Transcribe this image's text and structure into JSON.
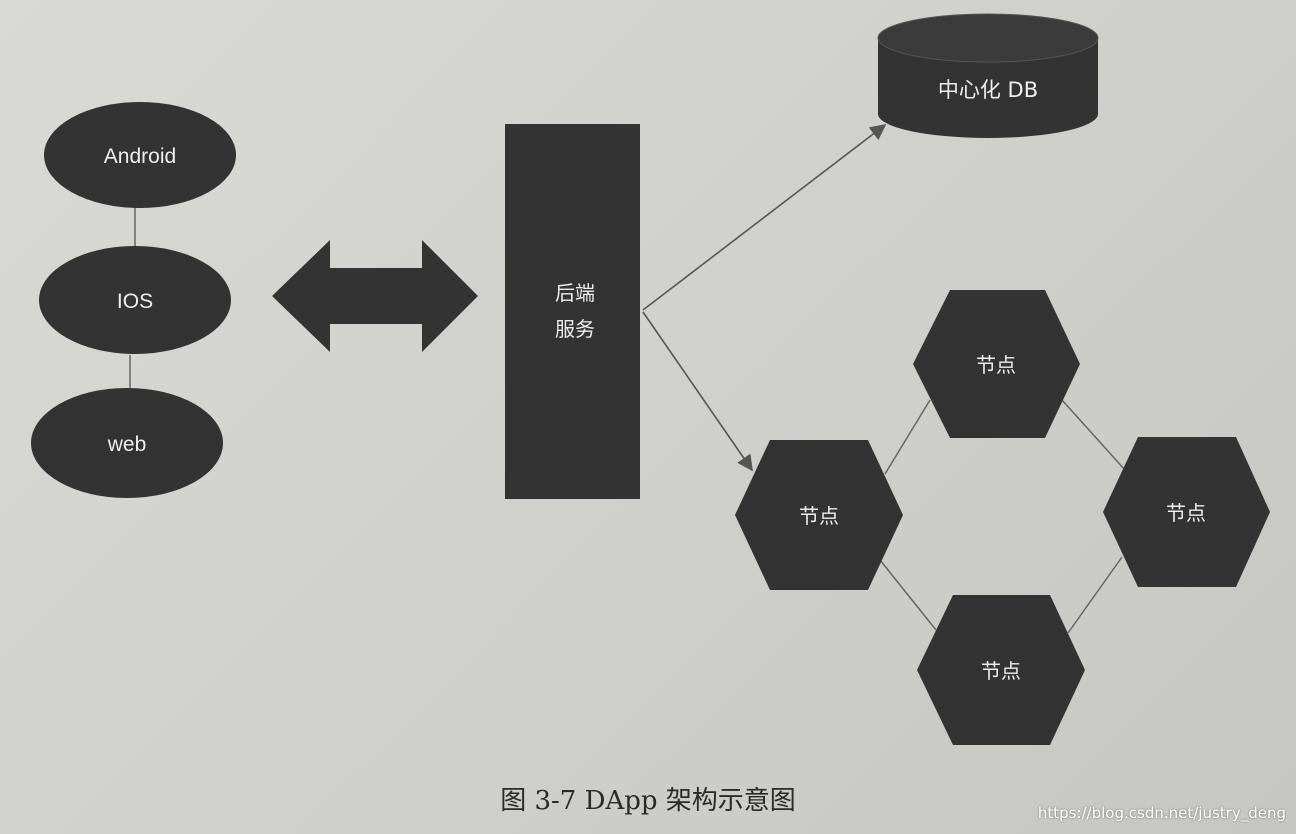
{
  "diagram": {
    "clients": [
      "Android",
      "IOS",
      "web"
    ],
    "backend_label": [
      "后端",
      "服务"
    ],
    "database_label": "中心化 DB",
    "node_label": "节点",
    "colors": {
      "shape_fill": "#333333",
      "shape_text": "#eeeeee",
      "connector": "#555555"
    }
  },
  "caption": "图 3-7    DApp 架构示意图",
  "watermark": "https://blog.csdn.net/justry_deng"
}
